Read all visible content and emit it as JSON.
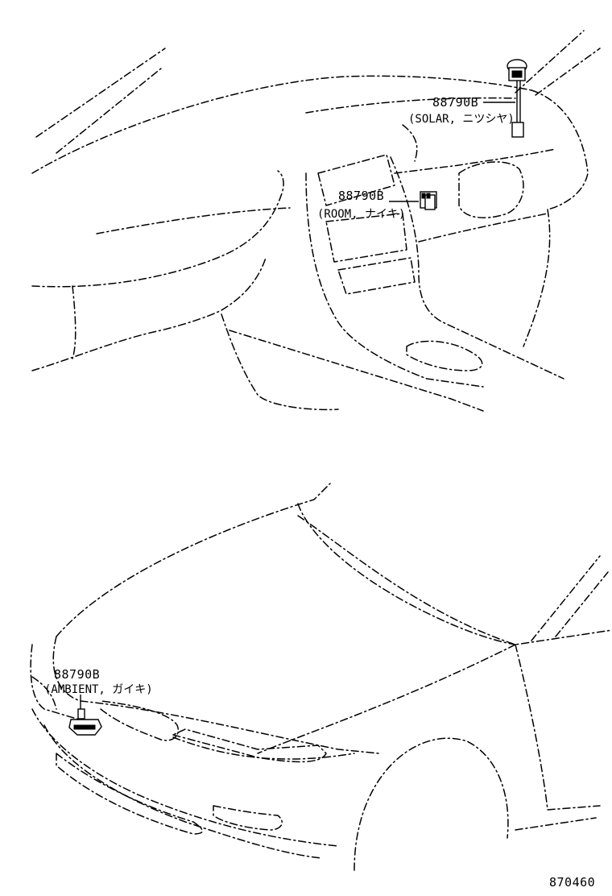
{
  "parts": {
    "solar": {
      "part_no": "88790B",
      "desc": "(SOLAR, ニツシヤ)"
    },
    "room": {
      "part_no": "88790B",
      "desc": "(ROOM, ナイキ)"
    },
    "ambient": {
      "part_no": "88790B",
      "desc": "(AMBIENT, ガイキ)"
    }
  },
  "illustration_no": "870460"
}
